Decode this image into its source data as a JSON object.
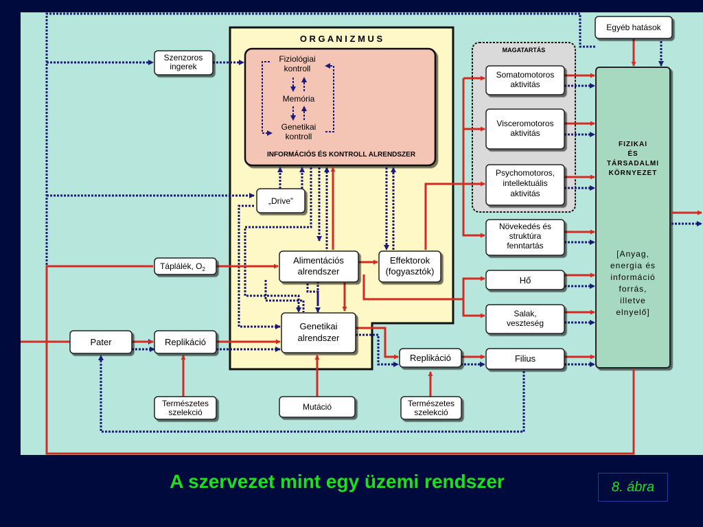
{
  "colors": {
    "background": "#000a3c",
    "panel": "#b7e6dc",
    "organism": "#fdf8c6",
    "info": "#f4c4b4",
    "environment": "#a7d8c0",
    "red": "#d32a22",
    "blue": "#1a1a7a",
    "title": "#1de01d"
  },
  "organism": {
    "title": "O R G A N I Z M U S"
  },
  "info_subsystem": {
    "title": "INFORMÁCIÓS ÉS KONTROLL ALRENDSZER",
    "fiziologiai": [
      "Fiziológiai",
      "kontroll"
    ],
    "memoria": "Memória",
    "genetikai": [
      "Genetikai",
      "kontroll"
    ]
  },
  "sensory": [
    "Szenzoros",
    "ingerek"
  ],
  "drive": "„Drive”",
  "food": {
    "text": "Táplálék, O",
    "sub": "2"
  },
  "alimentary": [
    "Alimentációs",
    "alrendszer"
  ],
  "effectors": [
    "Effektorok",
    "(fogyasztók)"
  ],
  "genetic": [
    "Genetikai",
    "alrendszer"
  ],
  "pater": "Pater",
  "replication_left": "Replikáció",
  "replication_right": "Replikáció",
  "natural_selection_left": [
    "Természetes",
    "szelekció"
  ],
  "natural_selection_right": [
    "Természetes",
    "szelekció"
  ],
  "mutation": "Mutáció",
  "filius": "Filius",
  "other_effects": "Egyéb hatások",
  "behavior": {
    "title": "MAGATARTÁS",
    "somatomotor": [
      "Somatomotoros",
      "aktivitás"
    ],
    "visceromotor": [
      "Visceromotoros",
      "aktivitás"
    ],
    "psychomotor": [
      "Psychomotoros,",
      "intellektuális",
      "aktivitás"
    ]
  },
  "growth": [
    "Növekedés és",
    "struktúra",
    "fenntartás"
  ],
  "heat": "Hő",
  "waste": [
    "Salak,",
    "veszteség"
  ],
  "environment": {
    "title": [
      "FIZIKAI",
      "ÉS",
      "TÁRSADALMI",
      "KÖRNYEZET"
    ],
    "description": [
      "[Anyag,",
      "energia és",
      "információ",
      "forrás,",
      "illetve",
      "elnyelő]"
    ]
  },
  "caption": "A szervezet mint egy üzemi rendszer",
  "figure_label": "8. ábra"
}
